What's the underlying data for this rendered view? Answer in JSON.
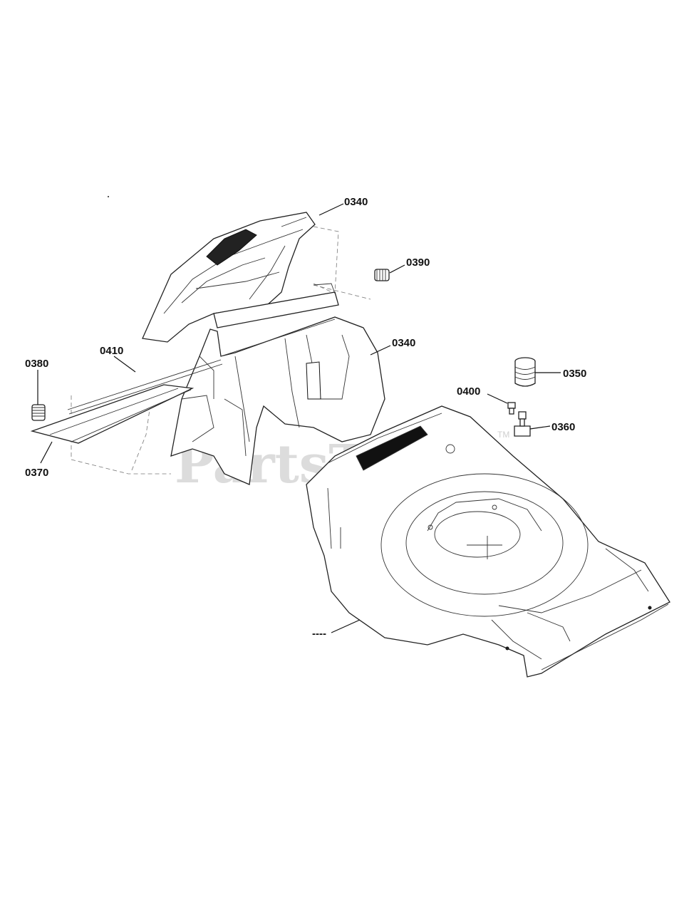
{
  "watermark": "PartsTree",
  "trademark": "TM",
  "callouts": [
    {
      "id": "0340_top",
      "text": "0340"
    },
    {
      "id": "0390",
      "text": "0390"
    },
    {
      "id": "0410",
      "text": "0410"
    },
    {
      "id": "0340_mid",
      "text": "0340"
    },
    {
      "id": "0380",
      "text": "0380"
    },
    {
      "id": "0350",
      "text": "0350"
    },
    {
      "id": "0400",
      "text": "0400"
    },
    {
      "id": "0360",
      "text": "0360"
    },
    {
      "id": "0370",
      "text": "0370"
    },
    {
      "id": "deck",
      "text": "----"
    }
  ]
}
